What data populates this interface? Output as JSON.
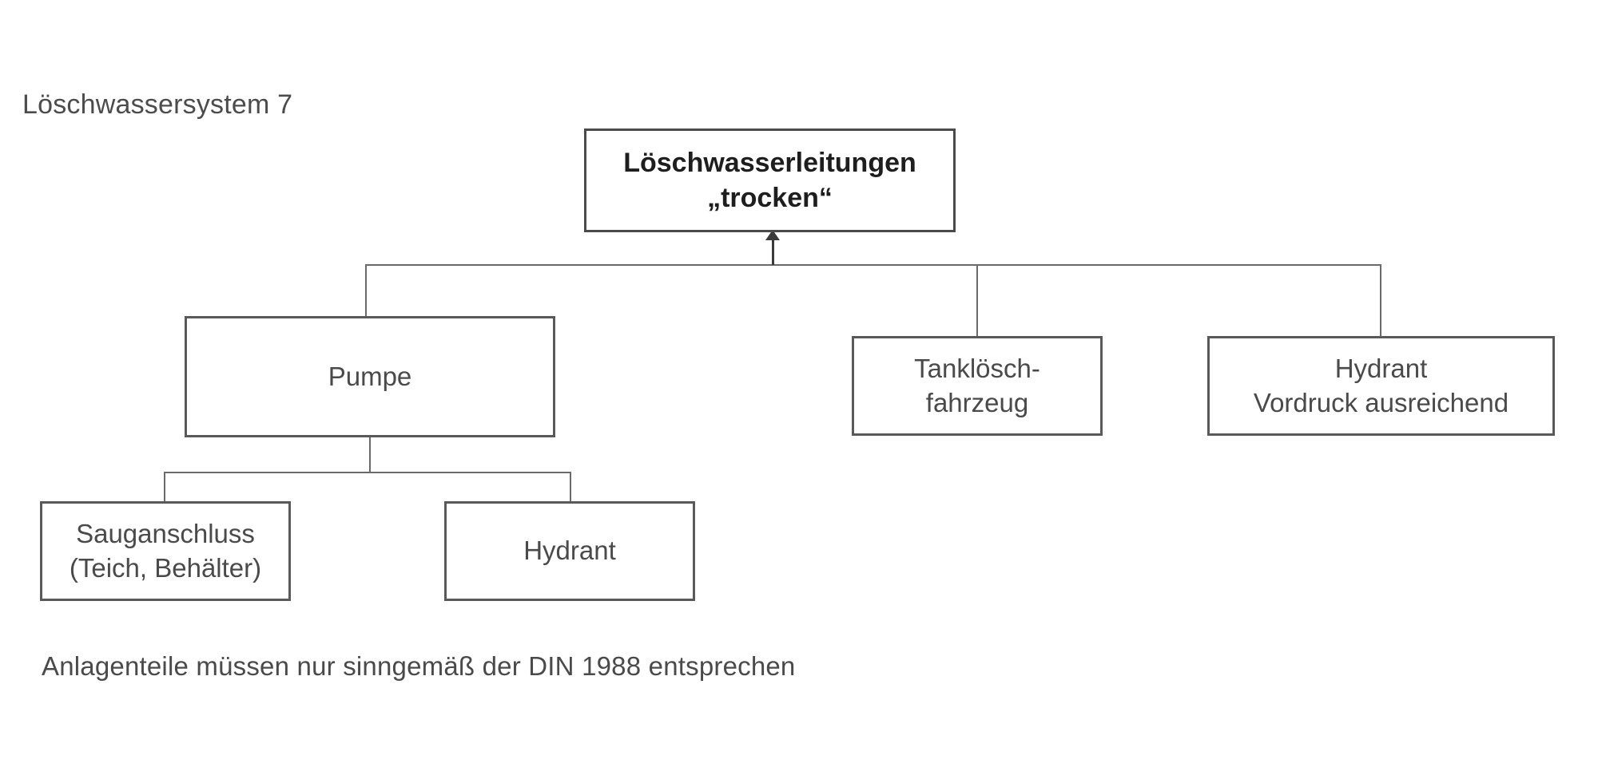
{
  "diagram": {
    "title": "Löschwassersystem 7",
    "footnote": "Anlagenteile müssen nur sinngemäß der DIN 1988 entsprechen",
    "colors": {
      "background": "#ffffff",
      "box_border": "#595959",
      "connector": "#6a6a6a",
      "text": "#4a4a4a",
      "root_text": "#1e1e1e"
    },
    "nodes": {
      "root": "Löschwasserleitungen\n„trocken“",
      "pumpe": "Pumpe",
      "tankloeschfahrzeug": "Tanklösch-\nfahrzeug",
      "hydrant_vordruck": "Hydrant\nVordruck ausreichend",
      "sauganschluss": "Sauganschluss\n(Teich, Behälter)",
      "hydrant": "Hydrant"
    },
    "edges": [
      {
        "from": "pumpe",
        "to": "root",
        "style": "orthogonal-arrow-up"
      },
      {
        "from": "tankloeschfahrzeug",
        "to": "root",
        "style": "orthogonal-arrow-up"
      },
      {
        "from": "hydrant_vordruck",
        "to": "root",
        "style": "orthogonal-arrow-up"
      },
      {
        "from": "sauganschluss",
        "to": "pumpe",
        "style": "orthogonal"
      },
      {
        "from": "hydrant",
        "to": "pumpe",
        "style": "orthogonal"
      }
    ]
  }
}
